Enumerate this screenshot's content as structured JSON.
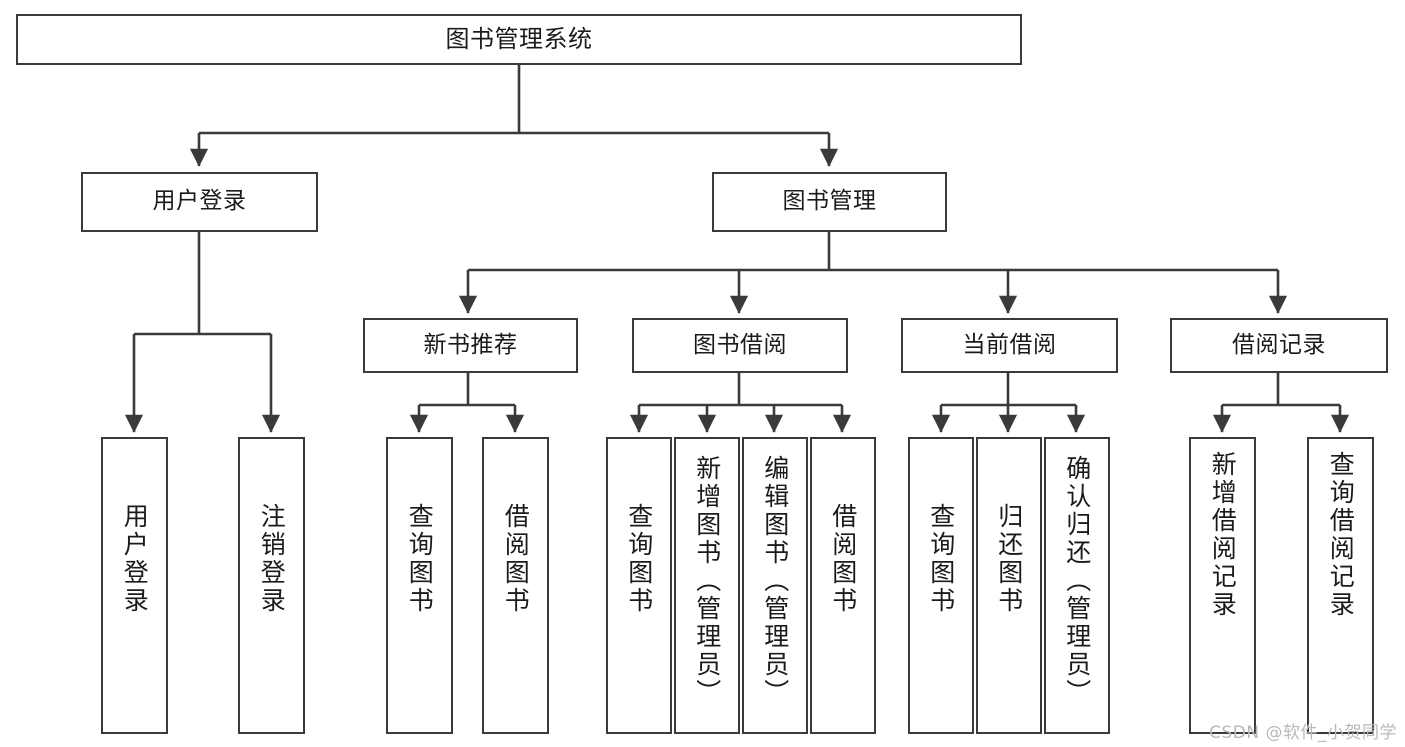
{
  "diagram": {
    "title": "图书管理系统",
    "watermark": "CSDN @软件_小贺同学",
    "stroke_color": "#3a3a3a",
    "text_color": "#1b1b1b",
    "background_color": "#ffffff"
  },
  "nodes": {
    "root": {
      "label": "图书管理系统"
    },
    "level2": [
      {
        "id": "user-login",
        "label": "用户登录"
      },
      {
        "id": "book-manage",
        "label": "图书管理"
      }
    ],
    "level3": [
      {
        "id": "new-book-recommend",
        "label": "新书推荐"
      },
      {
        "id": "book-borrow",
        "label": "图书借阅"
      },
      {
        "id": "current-borrow",
        "label": "当前借阅"
      },
      {
        "id": "borrow-record",
        "label": "借阅记录"
      }
    ],
    "leaves": {
      "user_login": [
        {
          "id": "leaf-user-login",
          "label": "用户登录"
        },
        {
          "id": "leaf-logout-login",
          "label": "注销登录"
        }
      ],
      "new_book_recommend": [
        {
          "id": "leaf-query-book-1",
          "label": "查询图书"
        },
        {
          "id": "leaf-borrow-book-1",
          "label": "借阅图书"
        }
      ],
      "book_borrow": [
        {
          "id": "leaf-query-book-2",
          "label": "查询图书"
        },
        {
          "id": "leaf-add-book",
          "label": "新增图书（管理员）"
        },
        {
          "id": "leaf-edit-book",
          "label": "编辑图书（管理员）"
        },
        {
          "id": "leaf-borrow-book-2",
          "label": "借阅图书"
        }
      ],
      "current_borrow": [
        {
          "id": "leaf-query-book-3",
          "label": "查询图书"
        },
        {
          "id": "leaf-return-book",
          "label": "归还图书"
        },
        {
          "id": "leaf-confirm-return",
          "label": "确认归还（管理员）"
        }
      ],
      "borrow_record": [
        {
          "id": "leaf-add-record",
          "label": "新增借阅记录"
        },
        {
          "id": "leaf-query-record",
          "label": "查询借阅记录"
        }
      ]
    }
  }
}
